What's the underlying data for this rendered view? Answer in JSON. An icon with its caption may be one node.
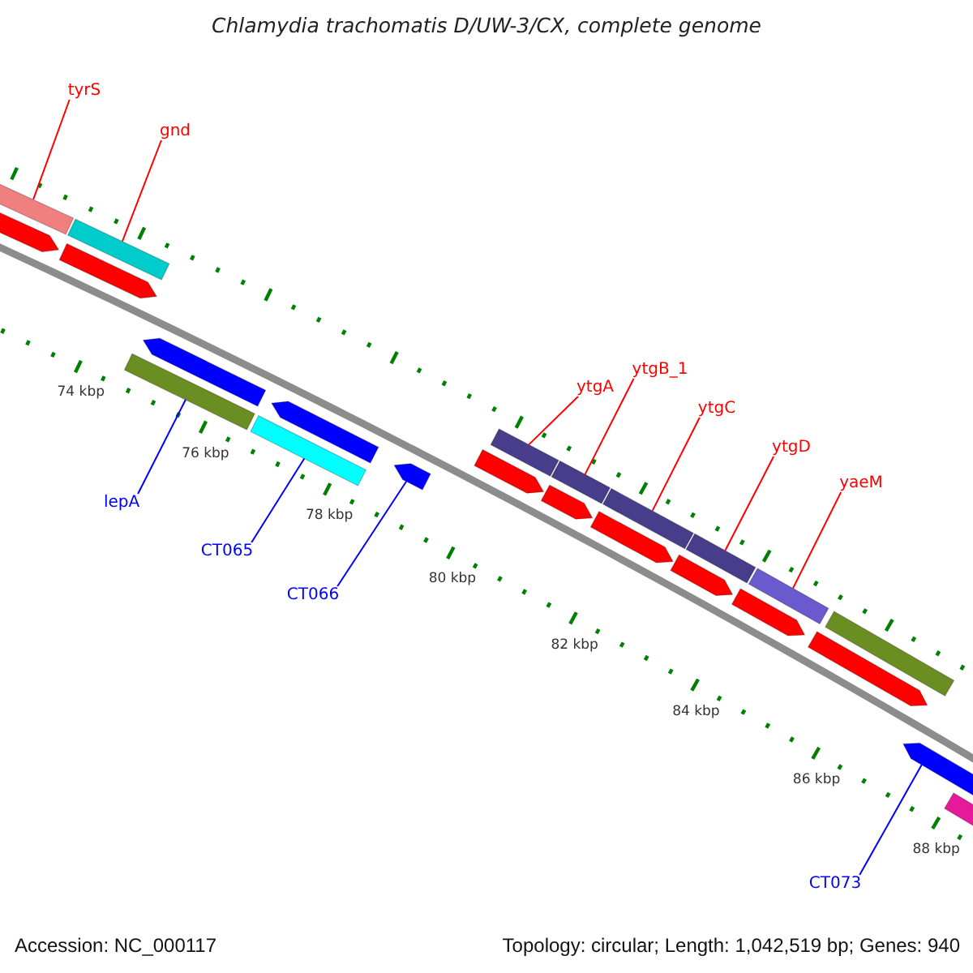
{
  "diagram": {
    "title": "Chlamydia trachomatis D/UW-3/CX, complete genome",
    "nodes": [
      {
        "text": [
          "tyrS"
        ]
      },
      {
        "text": [
          "gnd"
        ]
      },
      {
        "text": [
          "ytgA"
        ]
      },
      {
        "text": [
          "ytgB_1"
        ]
      },
      {
        "text": [
          "ytgC"
        ]
      },
      {
        "text": [
          "ytgD"
        ]
      },
      {
        "text": [
          "yaeM"
        ]
      },
      {
        "text": [
          "lepA"
        ]
      },
      {
        "text": [
          "CT065"
        ]
      },
      {
        "text": [
          "CT066"
        ]
      },
      {
        "text": [
          "CT073"
        ]
      },
      {
        "text": [],
        "shape": "bar"
      },
      {
        "text": [],
        "shape": "bar"
      },
      {
        "text": [],
        "shape": "bar"
      },
      {
        "text": [],
        "shape": "bar"
      },
      {
        "text": [],
        "shape": "bar"
      },
      {
        "text": [],
        "shape": "bar"
      },
      {
        "text": [],
        "shape": "bar"
      },
      {
        "text": [],
        "shape": "bar"
      },
      {
        "text": [],
        "shape": "bar"
      },
      {
        "text": [],
        "shape": "arrow"
      },
      {
        "text": [],
        "shape": "arrow"
      },
      {
        "text": [],
        "shape": "arrow"
      },
      {
        "text": [],
        "shape": "arrow"
      },
      {
        "text": [],
        "shape": "arrow"
      },
      {
        "text": [],
        "shape": "arrow"
      },
      {
        "text": [],
        "shape": "arrow"
      },
      {
        "text": [],
        "shape": "arrow"
      },
      {
        "text": [],
        "shape": "arrow"
      },
      {
        "text": [],
        "shape": "arrow"
      },
      {
        "text": [],
        "shape": "arrow"
      },
      {
        "text": [],
        "shape": "arrow"
      },
      {
        "text": [],
        "shape": "bar"
      },
      {
        "text": [],
        "shape": "bar"
      }
    ],
    "edges": [
      {
        "from": 0,
        "to": 11,
        "arrow": "none"
      },
      {
        "from": 1,
        "to": 12,
        "arrow": "none"
      },
      {
        "from": 2,
        "to": 13,
        "arrow": "none"
      },
      {
        "from": 3,
        "to": 14,
        "arrow": "none"
      },
      {
        "from": 4,
        "to": 15,
        "arrow": "none"
      },
      {
        "from": 5,
        "to": 16,
        "arrow": "none"
      },
      {
        "from": 6,
        "to": 17,
        "arrow": "none"
      },
      {
        "from": 7,
        "to": 18,
        "arrow": "none",
        "color": "#0000ff"
      },
      {
        "from": 8,
        "to": 19,
        "arrow": "none",
        "color": "#0000ff"
      },
      {
        "from": 9,
        "to": 20,
        "arrow": "none",
        "color": "#0000ff"
      },
      {
        "from": 10,
        "to": 21,
        "arrow": "none",
        "color": "#0000ff"
      }
    ],
    "labels": [
      "74 kbp",
      "76 kbp",
      "78 kbp",
      "80 kbp",
      "82 kbp",
      "84 kbp",
      "86 kbp",
      "88 kbp",
      "Accession: NC_000117",
      "Topology: circular; Length: 1,042,519 bp; Genes: 940"
    ]
  }
}
